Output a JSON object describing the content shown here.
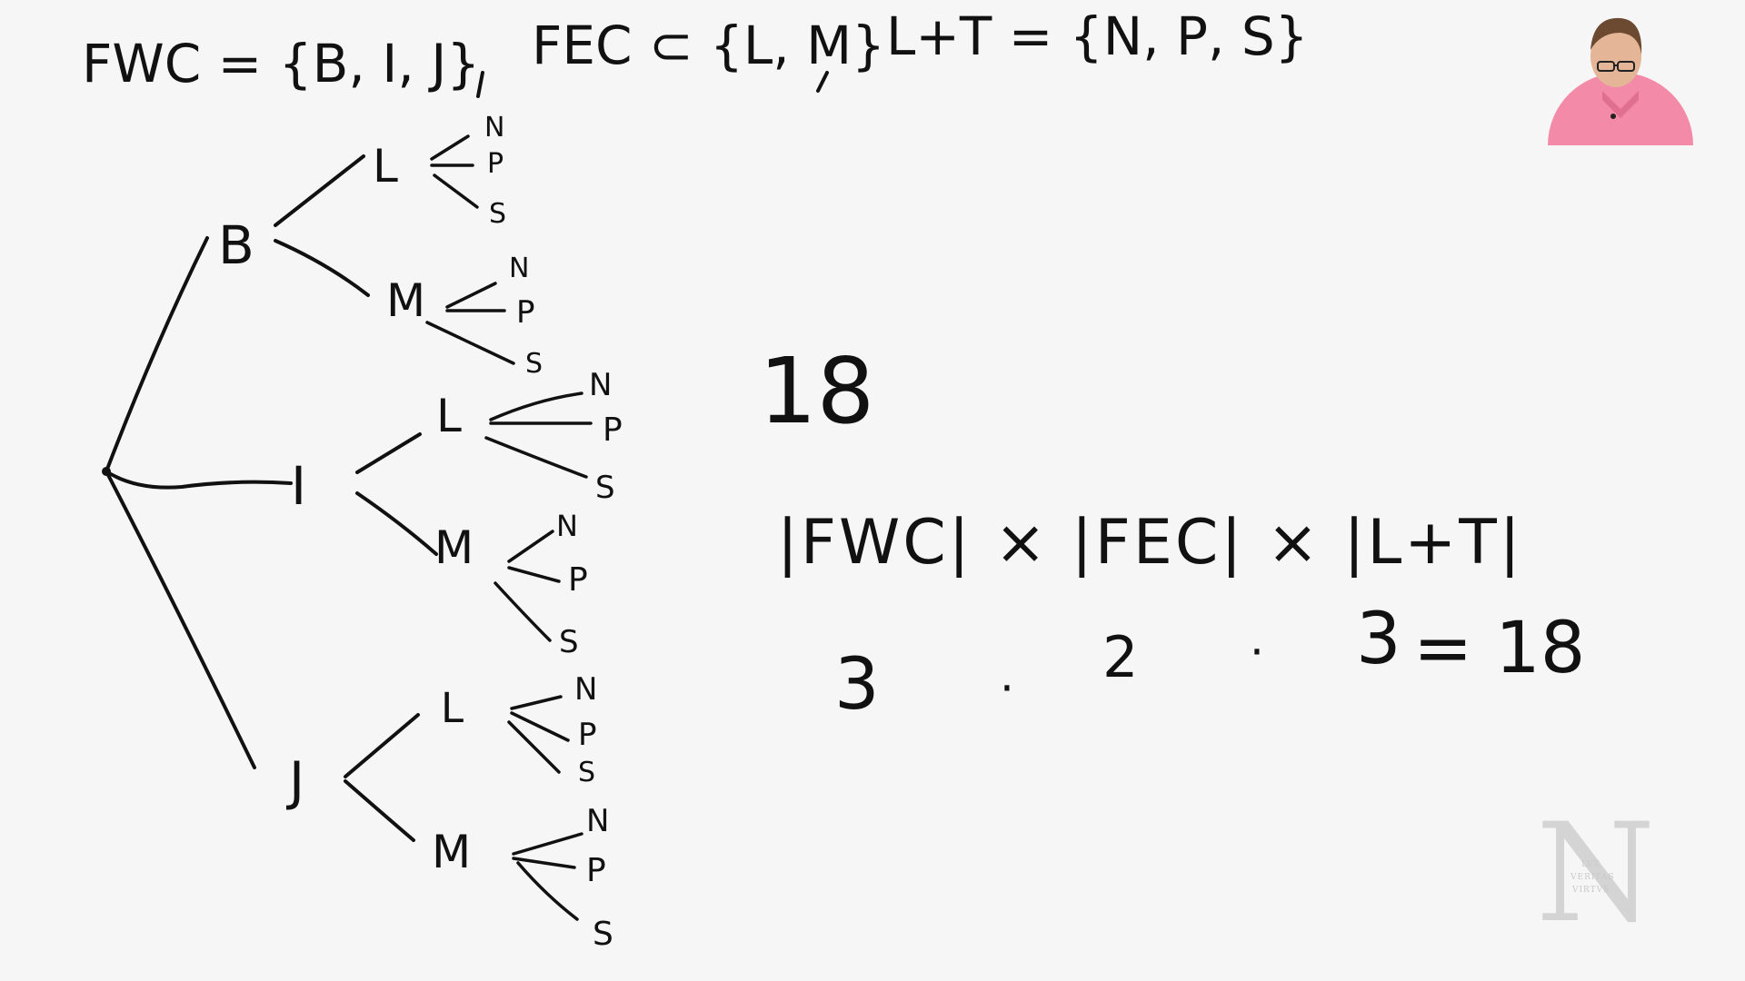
{
  "equations": {
    "fwc_set": "FWC = {B, I, J}",
    "fec_set": "FEC ⊂ {L, M}",
    "ltt_set": "L+T = {N, P, S}",
    "total": "18",
    "product_formula": "|FWC| × |FEC| × |L+T|",
    "count_fwc": "3",
    "count_fec": "2",
    "count_ltt": "3",
    "result": "= 18",
    "times_1": "·",
    "times_2": "·"
  },
  "tree": {
    "level1": [
      "B",
      "I",
      "J"
    ],
    "level2": {
      "B": [
        "L",
        "M"
      ],
      "I": [
        "L",
        "M"
      ],
      "J": [
        "L",
        "M"
      ]
    },
    "level3": {
      "B-L": [
        "N",
        "P",
        "S"
      ],
      "B-M": [
        "N",
        "P",
        "S"
      ],
      "I-L": [
        "N",
        "P",
        "S"
      ],
      "I-M": [
        "N",
        "P",
        "S"
      ],
      "J-L": [
        "N",
        "P",
        "S"
      ],
      "J-M": [
        "N",
        "P",
        "S"
      ]
    }
  },
  "watermark": {
    "letter": "N",
    "motto": [
      "LVX",
      "VERITAS",
      "VIRTVS"
    ]
  },
  "colors": {
    "ink": "#111111",
    "board": "#f6f6f6",
    "shirt": "#f28aa8"
  }
}
